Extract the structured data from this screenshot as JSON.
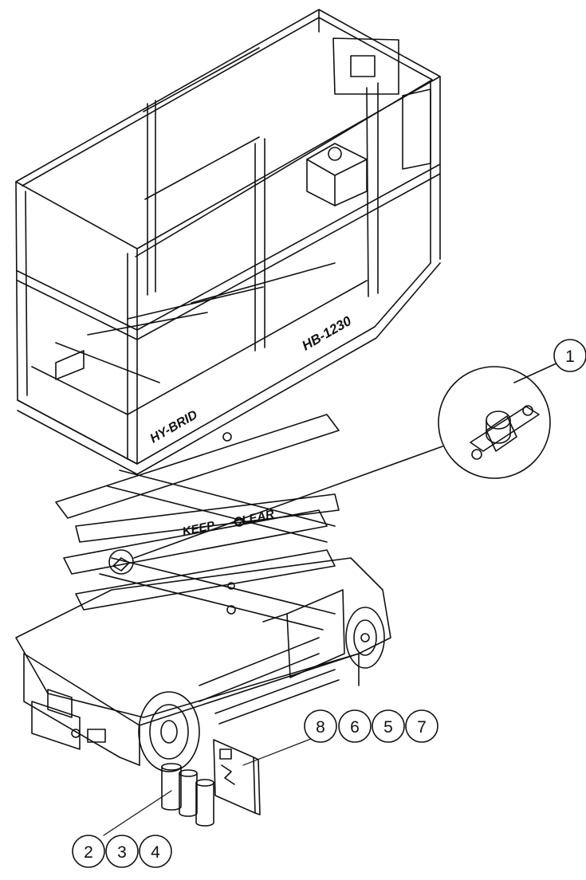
{
  "diagram": {
    "decals": {
      "model": "HB-1230",
      "brand": "HY-BRID",
      "keep": "KEEP",
      "clear": "CLEAR"
    },
    "callouts": [
      {
        "id": "c1",
        "label": "1"
      },
      {
        "id": "c2",
        "label": "2"
      },
      {
        "id": "c3",
        "label": "3"
      },
      {
        "id": "c4",
        "label": "4"
      },
      {
        "id": "c5",
        "label": "5"
      },
      {
        "id": "c6",
        "label": "6"
      },
      {
        "id": "c7",
        "label": "7"
      },
      {
        "id": "c8",
        "label": "8"
      }
    ]
  }
}
